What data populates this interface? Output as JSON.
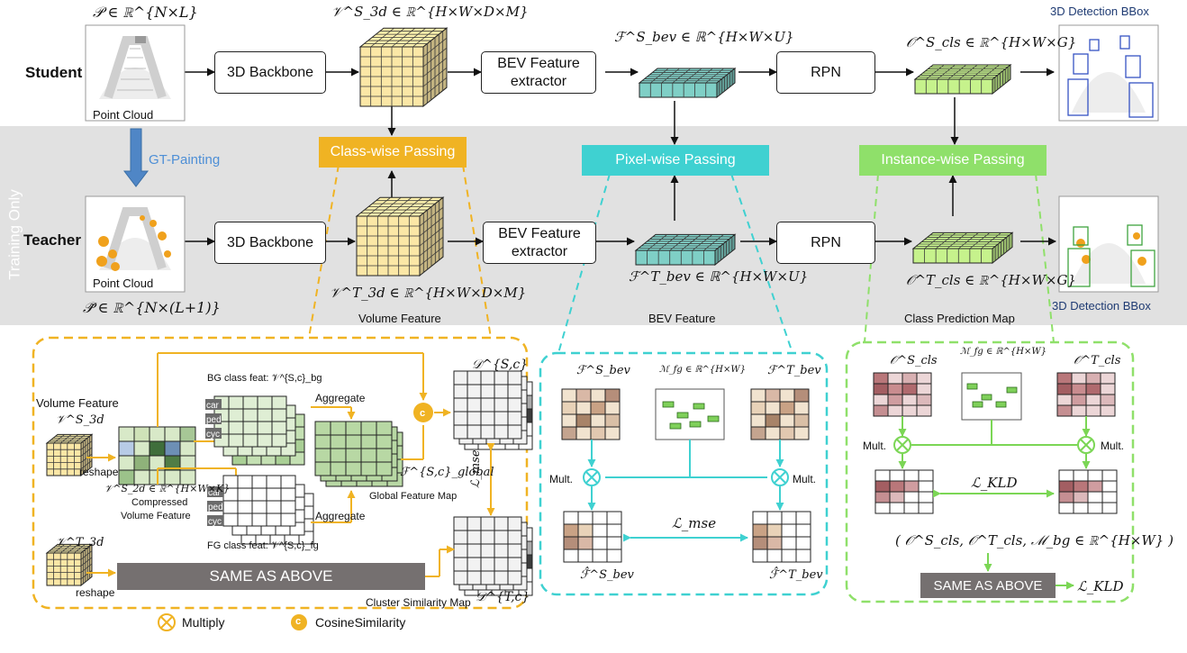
{
  "row_labels": {
    "student": "Student",
    "teacher": "Teacher",
    "training_only": "Training Only"
  },
  "math": {
    "p_student": "𝒫 ∈ ℝ^{N×L}",
    "p_teacher": "𝒫̃ ∈ ℝ^{N×(L+1)}",
    "v_student": "𝒱^S_3d ∈ ℝ^{H×W×D×M}",
    "v_teacher": "𝒱^T_3d ∈ ℝ^{H×W×D×M}",
    "f_student": "ℱ^S_bev ∈ ℝ^{H×W×U}",
    "f_teacher": "ℱ^T_bev ∈ ℝ^{H×W×U}",
    "o_student": "𝒪^S_cls ∈ ℝ^{H×W×G}",
    "o_teacher": "𝒪^T_cls ∈ ℝ^{H×W×G}"
  },
  "boxes": {
    "backbone": "3D Backbone",
    "bev_extractor": "BEV Feature extractor",
    "rpn": "RPN"
  },
  "captions": {
    "point_cloud": "Point Cloud",
    "detection_bbox": "3D Detection BBox",
    "gt_painting": "GT-Painting",
    "volume_feature": "Volume Feature",
    "bev_feature": "BEV Feature",
    "class_prediction_map": "Class Prediction Map"
  },
  "passing": {
    "class_wise": "Class-wise Passing",
    "pixel_wise": "Pixel-wise Passing",
    "instance_wise": "Instance-wise Passing"
  },
  "class_panel": {
    "volume_feature": "Volume Feature",
    "v_s": "𝒱^S_3d",
    "v_t": "𝒱^T_3d",
    "reshape": "reshape",
    "v2d": "𝒱^S_2d ∈ ℝ^{H×W×K}",
    "compressed": "Compressed",
    "compressed2": "Volume Feature",
    "bg_feat": "BG class feat: 𝒱^{S,c}_bg",
    "fg_feat": "FG class feat: 𝒱^{S,c}_fg",
    "aggregate": "Aggregate",
    "global_feat": "ℱ^{S,c}_global",
    "global_map": "Global Feature Map",
    "d_s": "𝒟^{S,c}",
    "d_t": "𝒟^{T,c}",
    "l_mse": "ℒ_mse",
    "cluster_map": "Cluster Similarity Map",
    "same_as_above": "SAME AS ABOVE",
    "tags": [
      "car",
      "ped",
      "cyc"
    ],
    "c_symbol": "c"
  },
  "pixel_panel": {
    "f_s": "ℱ^S_bev",
    "m_fg": "ℳ_fg ∈ ℝ^{H×W}",
    "f_t": "ℱ^T_bev",
    "mult": "Mult.",
    "f_s_hat": "ℱ̂^S_bev",
    "f_t_hat": "ℱ̂^T_bev",
    "l_mse": "ℒ_mse"
  },
  "instance_panel": {
    "o_s": "𝒪^S_cls",
    "m_fg": "ℳ_fg ∈ ℝ^{H×W}",
    "o_t": "𝒪^T_cls",
    "mult": "Mult.",
    "l_kld": "ℒ_KLD",
    "tuple": "( 𝒪^S_cls, 𝒪^T_cls, ℳ_bg ∈ ℝ^{H×W} )",
    "same_as_above": "SAME AS ABOVE",
    "l_kld2": "ℒ_KLD"
  },
  "legend": {
    "multiply": "Multiply",
    "cosine": "CosineSimilarity",
    "c_symbol": "c"
  },
  "colors": {
    "yellow": "#f0b323",
    "teal": "#3fd1d1",
    "green": "#8fe06a",
    "gray_band": "#e1e1e1",
    "blue_text": "#4e8fd6",
    "navy_text": "#1f3b73",
    "cube_yellow": "#fbe7a6",
    "cube_teal": "#7fcfc6",
    "cube_green": "#c6f28c"
  }
}
